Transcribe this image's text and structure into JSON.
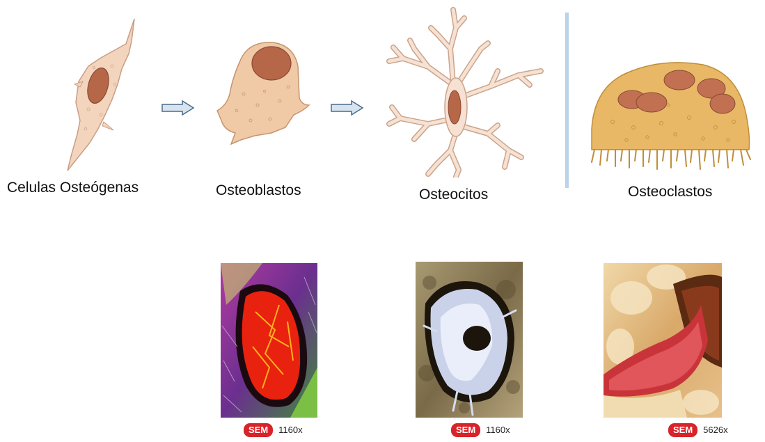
{
  "cells": [
    {
      "label": "Celulas Osteógenas",
      "icon": "osteogenic-cell-illustration"
    },
    {
      "label": "Osteoblastos",
      "icon": "osteoblast-illustration"
    },
    {
      "label": "Osteocitos",
      "icon": "osteocyte-illustration"
    },
    {
      "label": "Osteoclastos",
      "icon": "osteoclast-illustration"
    }
  ],
  "arrows": [
    "arrow-right-icon",
    "arrow-right-icon"
  ],
  "micrographs": [
    {
      "badge": "SEM",
      "magnification": "1160x"
    },
    {
      "badge": "SEM",
      "magnification": "1160x"
    },
    {
      "badge": "SEM",
      "magnification": "5626x"
    }
  ],
  "colors": {
    "cell_body": "#f3d5bd",
    "nucleus": "#b66748",
    "osteoclast_body": "#e8b866",
    "divider": "#b9d3ea",
    "badge": "#d8232a"
  }
}
